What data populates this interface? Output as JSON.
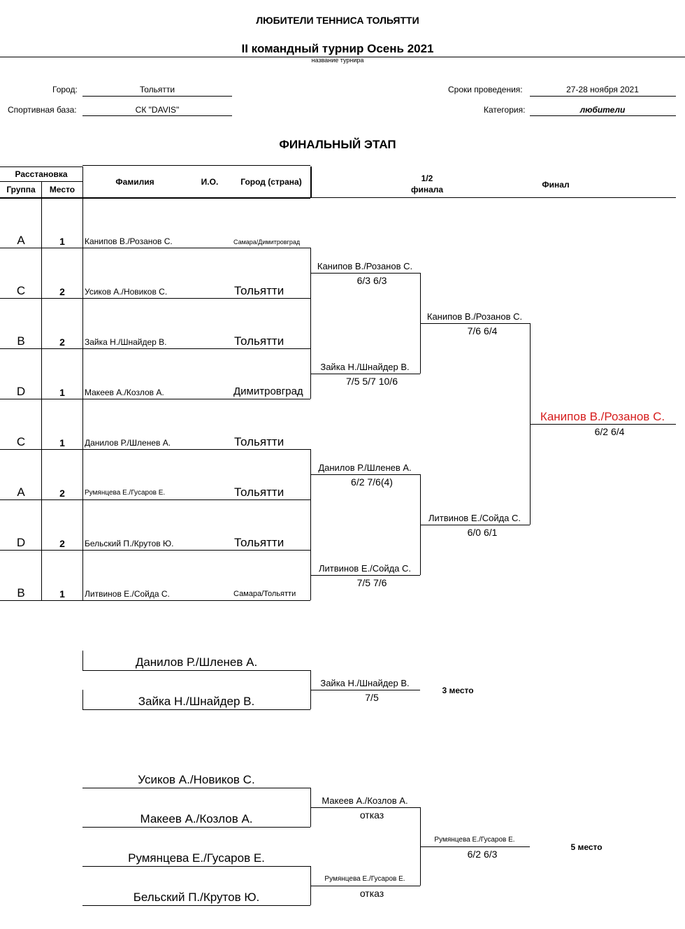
{
  "header": {
    "org_title": "ЛЮБИТЕЛИ ТЕННИСА ТОЛЬЯТТИ",
    "tournament_name": "II командный турнир Осень 2021",
    "tournament_caption": "название турнира",
    "city_label": "Город:",
    "city_value": "Тольятти",
    "base_label": "Спортивная база:",
    "base_value": "СК \"DAVIS\"",
    "dates_label": "Сроки проведения:",
    "dates_value": "27-28 ноября 2021",
    "category_label": "Категория:",
    "category_value": "любители"
  },
  "stage_title": "ФИНАЛЬНЫЙ ЭТАП",
  "table_header": {
    "seeding": "Расстановка",
    "group": "Группа",
    "place": "Место",
    "surname": "Фамилия",
    "initials": "И.О.",
    "city": "Город (страна)",
    "semifinal_line1": "1/2",
    "semifinal_line2": "финала",
    "final": "Финал"
  },
  "entries": [
    {
      "group": "A",
      "place": "1",
      "name": "Канипов В./Розанов С.",
      "city": "Самара/Димитровград"
    },
    {
      "group": "C",
      "place": "2",
      "name": "Усиков А./Новиков С.",
      "city": "Тольятти"
    },
    {
      "group": "B",
      "place": "2",
      "name": "Зайка Н./Шнайдер В.",
      "city": "Тольятти"
    },
    {
      "group": "D",
      "place": "1",
      "name": "Макеев А./Козлов А.",
      "city": "Димитровград"
    },
    {
      "group": "C",
      "place": "1",
      "name": "Данилов Р./Шленев А.",
      "city": "Тольятти"
    },
    {
      "group": "A",
      "place": "2",
      "name": "Румянцева Е./Гусаров Е.",
      "city": "Тольятти"
    },
    {
      "group": "D",
      "place": "2",
      "name": "Бельский П./Крутов Ю.",
      "city": "Тольятти"
    },
    {
      "group": "B",
      "place": "1",
      "name": "Литвинов Е./Сойда С.",
      "city": "Самара/Тольятти"
    }
  ],
  "quarterfinals": [
    {
      "winner": "Канипов В./Розанов С.",
      "score": "6/3 6/3"
    },
    {
      "winner": "Зайка Н./Шнайдер В.",
      "score": "7/5 5/7 10/6"
    },
    {
      "winner": "Данилов Р./Шленев А.",
      "score": "6/2 7/6(4)"
    },
    {
      "winner": "Литвинов Е./Сойда С.",
      "score": "7/5 7/6"
    }
  ],
  "semifinals": [
    {
      "winner": "Канипов В./Розанов С.",
      "score": "7/6 6/4"
    },
    {
      "winner": "Литвинов Е./Сойда С.",
      "score": "6/0 6/1"
    }
  ],
  "final": {
    "winner": "Канипов В./Розанов С.",
    "score": "6/2 6/4"
  },
  "third_place": {
    "players": [
      "Данилов Р./Шленев А.",
      "Зайка Н./Шнайдер В."
    ],
    "winner": "Зайка Н./Шнайдер В.",
    "score": "7/5",
    "label": "3 место"
  },
  "fifth_place": {
    "players": [
      "Усиков А./Новиков С.",
      "Макеев А./Козлов А.",
      "Румянцева Е./Гусаров Е.",
      "Бельский П./Крутов Ю."
    ],
    "round1": [
      {
        "winner": "Макеев А./Козлов А.",
        "score": "отказ"
      },
      {
        "winner": "Румянцева Е./Гусаров Е.",
        "score": "отказ"
      }
    ],
    "final": {
      "winner": "Румянцева Е./Гусаров Е.",
      "score": "6/2 6/3"
    },
    "label": "5 место"
  },
  "colors": {
    "champion": "#d61e1e"
  }
}
